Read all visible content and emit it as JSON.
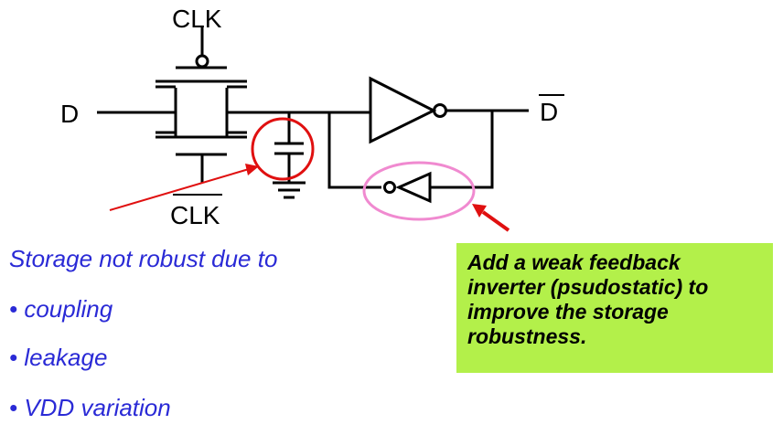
{
  "labels": {
    "clk_top": "CLK",
    "clk_bottom": "CLK",
    "d_in": "D",
    "d_out": "D"
  },
  "notes": {
    "storage_heading": "Storage not robust due to",
    "bullets": [
      "• coupling",
      "• leakage",
      "• VDD variation"
    ]
  },
  "callout": {
    "lines": [
      "Add a weak feedback",
      "inverter (psudostatic) to",
      "improve the storage",
      "robustness."
    ]
  },
  "colors": {
    "wire": "#000000",
    "highlight_red": "#e01010",
    "highlight_pink": "#f08ad0",
    "note_text": "#2a2ad6",
    "callout_bg": "#b3f04a"
  }
}
